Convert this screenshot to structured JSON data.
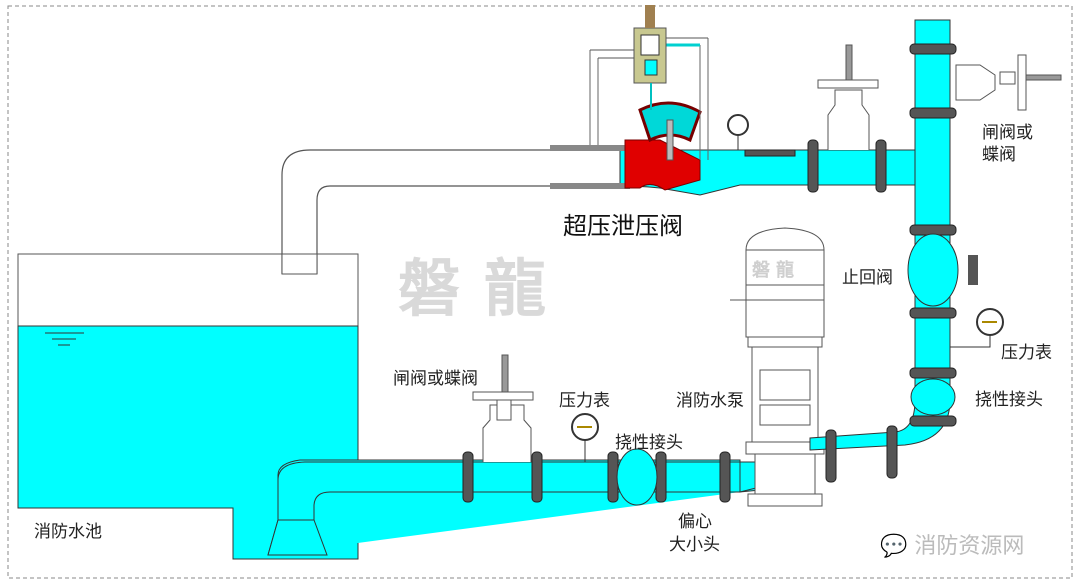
{
  "diagram": {
    "title": "超压泄压阀",
    "watermark": "磐龍",
    "pump_watermark": "磐龍",
    "brand": "消防资源网",
    "colors": {
      "water": "#00FFFF",
      "valve_red": "#E00000",
      "flange": "#555555",
      "pilot": "#9B9B55",
      "outline": "#333333"
    },
    "labels": {
      "pool": "消防水池",
      "gate_valve_bottom": "闸阀或蝶阀",
      "gauge_bottom": "压力表",
      "flex_joint_bottom": "挠性接头",
      "pump": "消防水泵",
      "reducer_line1": "偏心",
      "reducer_line2": "大小头",
      "check_valve": "止回阀",
      "gauge_right": "压力表",
      "flex_joint_right": "挠性接头",
      "gate_valve_top_line1": "闸阀或",
      "gate_valve_top_line2": "蝶阀"
    }
  }
}
